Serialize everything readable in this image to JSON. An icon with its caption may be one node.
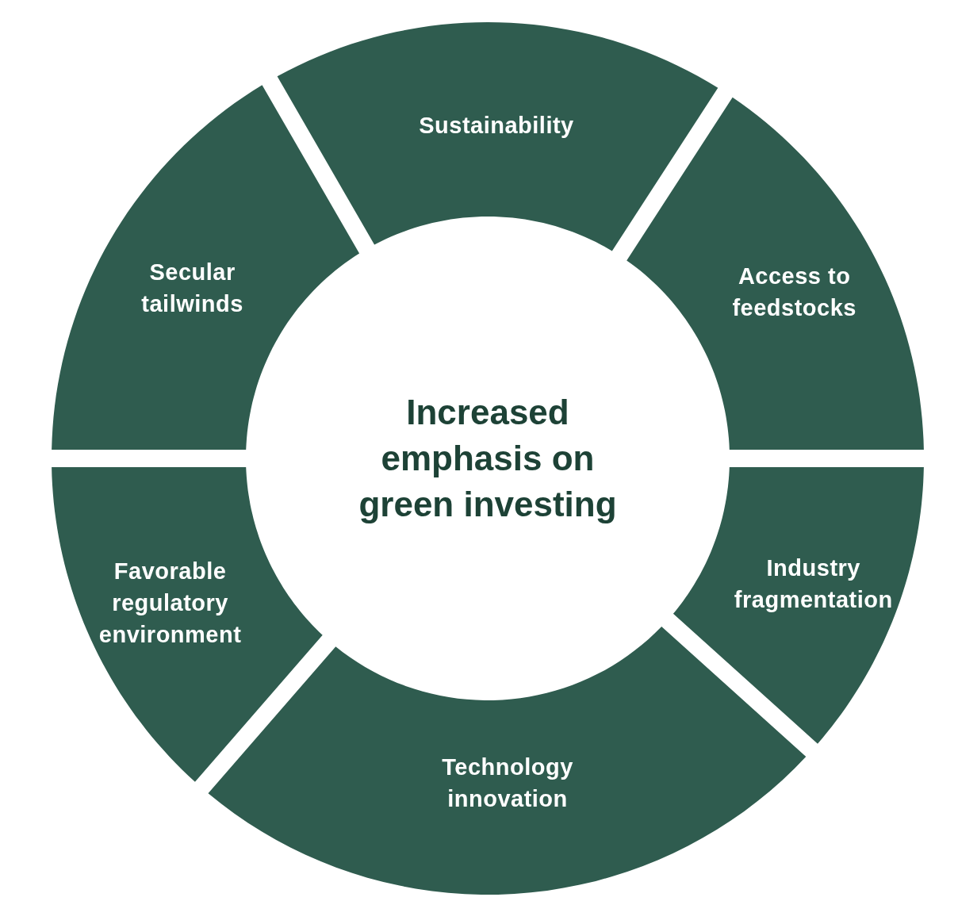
{
  "diagram": {
    "nodes": [
      {
        "text": [
          "Increased emphasis on green investing"
        ]
      },
      {
        "text": [
          "Sustainability"
        ]
      },
      {
        "text": [
          "Access to feedstocks"
        ]
      },
      {
        "text": [
          "Industry fragmentation"
        ]
      },
      {
        "text": [
          "Technology innovation"
        ]
      },
      {
        "text": [
          "Favorable regulatory environment"
        ]
      },
      {
        "text": [
          "Secular tailwinds"
        ]
      }
    ]
  }
}
